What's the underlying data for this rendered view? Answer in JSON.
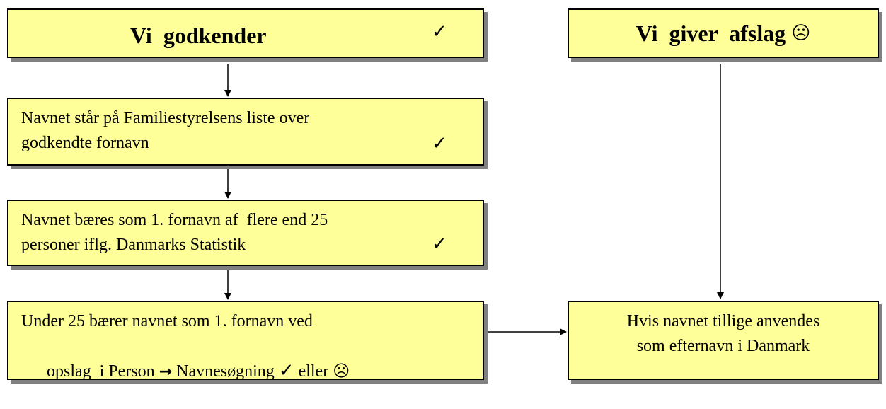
{
  "left_column": {
    "header": {
      "title": "Vi  godkender",
      "check": "✓"
    },
    "step1": {
      "line1": "Navnet står på Familiestyrelsens liste over",
      "line2": "godkendte fornavn",
      "check": "✓"
    },
    "step2": {
      "line1": "Navnet bæres som 1. fornavn af  flere end 25",
      "line2": "personer iflg. Danmarks Statistik",
      "check": "✓"
    },
    "step3": {
      "line1": "Under 25 bærer navnet som 1. fornavn ved",
      "line2_part1": "opslag  i Person ",
      "arrow_glyph": "→",
      "line2_part2": " Navnesøgning ",
      "check": "✓",
      "or_text": " eller ",
      "frown": "☹"
    }
  },
  "right_column": {
    "header": {
      "title": "Vi  giver  afslag ",
      "frown": "☹"
    },
    "result": {
      "line1": "Hvis navnet tillige anvendes",
      "line2": "som efternavn i Danmark"
    }
  }
}
